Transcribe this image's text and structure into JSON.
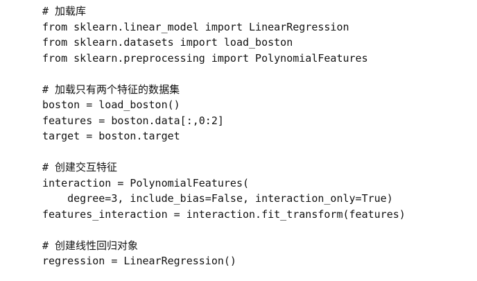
{
  "code": {
    "lines": [
      {
        "text": "# 加载库",
        "kind": "comment"
      },
      {
        "text": "from sklearn.linear_model import LinearRegression",
        "kind": "code"
      },
      {
        "text": "from sklearn.datasets import load_boston",
        "kind": "code"
      },
      {
        "text": "from sklearn.preprocessing import PolynomialFeatures",
        "kind": "code"
      },
      {
        "text": "",
        "kind": "blank"
      },
      {
        "text": "# 加载只有两个特征的数据集",
        "kind": "comment"
      },
      {
        "text": "boston = load_boston()",
        "kind": "code"
      },
      {
        "text": "features = boston.data[:,0:2]",
        "kind": "code"
      },
      {
        "text": "target = boston.target",
        "kind": "code"
      },
      {
        "text": "",
        "kind": "blank"
      },
      {
        "text": "# 创建交互特征",
        "kind": "comment"
      },
      {
        "text": "interaction = PolynomialFeatures(",
        "kind": "code"
      },
      {
        "text": "    degree=3, include_bias=False, interaction_only=True)",
        "kind": "code"
      },
      {
        "text": "features_interaction = interaction.fit_transform(features)",
        "kind": "code"
      },
      {
        "text": "",
        "kind": "blank"
      },
      {
        "text": "# 创建线性回归对象",
        "kind": "comment"
      },
      {
        "text": "regression = LinearRegression()",
        "kind": "code"
      }
    ]
  }
}
